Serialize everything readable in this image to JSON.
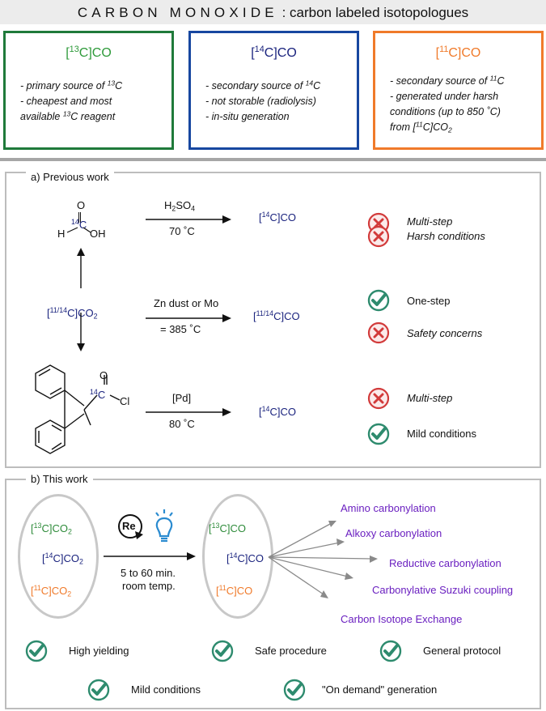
{
  "title": {
    "spaced": "CARBON MONOXIDE",
    "rest": " : carbon labeled isotopologues"
  },
  "colors": {
    "green": "#1f7a3a",
    "blue": "#1747a0",
    "orange": "#f07a2a",
    "check": "#2e8b6e",
    "cross": "#d23a3a",
    "purple": "#6a1fc0"
  },
  "isotopes": [
    {
      "pre": "[",
      "sup": "13",
      "post": "C]CO",
      "lines": [
        [
          "- primary source of ",
          "13",
          "C"
        ],
        [
          "- cheapest and most",
          "",
          ""
        ],
        [
          "available ",
          "13",
          "C reagent"
        ]
      ]
    },
    {
      "pre": "[",
      "sup": "14",
      "post": "C]CO",
      "lines": [
        [
          "- secondary source of ",
          "14",
          "C"
        ],
        [
          "- not storable (radiolysis)",
          "",
          ""
        ],
        [
          "- in-situ generation",
          "",
          ""
        ]
      ]
    },
    {
      "pre": "[",
      "sup": "11",
      "post": "C]CO",
      "lines": [
        [
          "- secondary source of ",
          "11",
          "C"
        ],
        [
          "- generated under harsh",
          "",
          ""
        ],
        [
          "conditions (up to 850 ˚C)",
          "",
          ""
        ]
      ],
      "last": {
        "pre": "from [",
        "sup": "11",
        "mid": "C]CO",
        "sub": "2"
      }
    }
  ],
  "previous": {
    "label": "a) Previous work",
    "formic": {
      "o": "O",
      "label": "14",
      "c": "C",
      "h": "H",
      "oh": "OH"
    },
    "co2": {
      "pre": "[",
      "sup": "11/14",
      "post": "C]CO",
      "sub": "2"
    },
    "acyl": {
      "o": "O",
      "label": "14",
      "c": "C",
      "cl": "Cl"
    },
    "rows": [
      {
        "reagent_pre": "H",
        "reagent_sub": "2",
        "reagent_post": "SO",
        "reagent_sub2": "4",
        "condition": "70 ˚C",
        "product": {
          "pre": "[",
          "sup": "14",
          "post": "C]CO"
        },
        "notes": [
          {
            "icon": "cross",
            "text": "Multi-step",
            "italic": true
          },
          {
            "icon": "cross",
            "text": "Harsh conditions",
            "italic": true
          }
        ]
      },
      {
        "reagent": "Zn dust or Mo",
        "condition": "= 385 ˚C",
        "product": {
          "pre": "[",
          "sup": "11/14",
          "post": "C]CO"
        },
        "notes": [
          {
            "icon": "check",
            "text": "One-step",
            "italic": false
          },
          {
            "icon": "cross",
            "text": "Safety concerns",
            "italic": true
          }
        ]
      },
      {
        "reagent": "[Pd]",
        "condition": "80 ˚C",
        "product": {
          "pre": "[",
          "sup": "14",
          "post": "C]CO"
        },
        "notes": [
          {
            "icon": "cross",
            "text": "Multi-step",
            "italic": true
          },
          {
            "icon": "check",
            "text": "Mild conditions",
            "italic": false
          }
        ]
      }
    ]
  },
  "this_work": {
    "label": "b) This work",
    "catalyst": "Re",
    "reactants": [
      {
        "sup": "13",
        "post": "C]CO",
        "sub": "2",
        "color": "green"
      },
      {
        "sup": "14",
        "post": "C]CO",
        "sub": "2",
        "color": "blue"
      },
      {
        "sup": "11",
        "post": "C]CO",
        "sub": "2",
        "color": "orange"
      }
    ],
    "products": [
      {
        "sup": "13",
        "post": "C]CO",
        "color": "green"
      },
      {
        "sup": "14",
        "post": "C]CO",
        "color": "blue"
      },
      {
        "sup": "11",
        "post": "C]CO",
        "color": "orange"
      }
    ],
    "conditions": [
      "5 to 60 min.",
      "room temp."
    ],
    "applications": [
      "Amino carbonylation",
      "Alkoxy carbonylation",
      "Reductive carbonylation",
      "Carbonylative Suzuki coupling",
      "Carbon Isotope Exchange"
    ],
    "features": [
      "High yielding",
      "Safe procedure",
      "General protocol",
      "Mild conditions",
      "\"On demand\" generation"
    ]
  }
}
